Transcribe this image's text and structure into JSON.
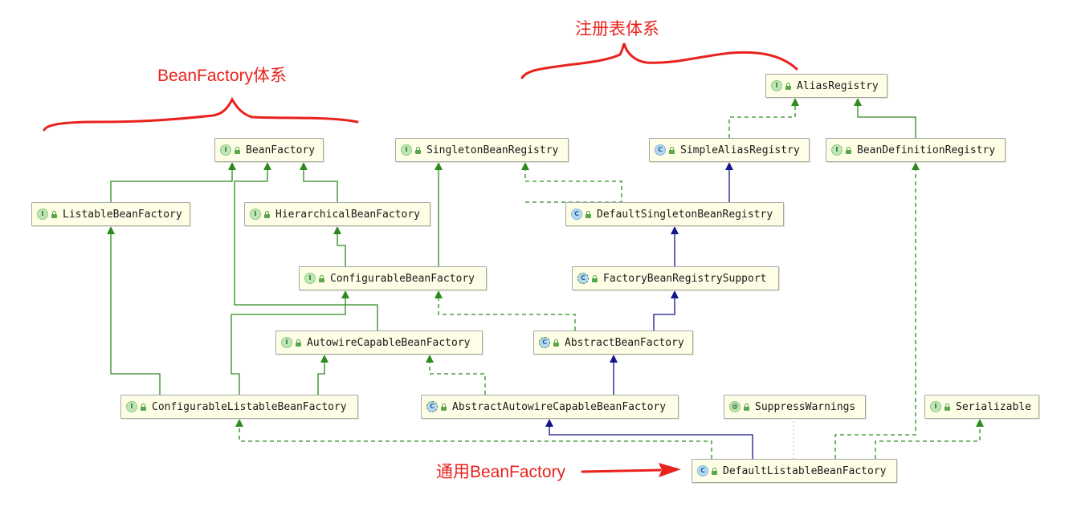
{
  "annotations": {
    "beanfactory_system": "BeanFactory体系",
    "registry_system": "注册表体系",
    "general_beanfactory": "通用BeanFactory"
  },
  "kind_badges": {
    "interface": "I",
    "class": "C",
    "abstract": "C",
    "annotation": "@"
  },
  "colors": {
    "annotation_red": "#e8221c",
    "extends_green": "#2c8a1e",
    "class_extends_navy": "#14148c",
    "node_fill": "#fefee6",
    "node_border": "#a8a8a8"
  },
  "nodes": [
    {
      "id": "BeanFactory",
      "label": "BeanFactory",
      "kind": "interface"
    },
    {
      "id": "ListableBeanFactory",
      "label": "ListableBeanFactory",
      "kind": "interface"
    },
    {
      "id": "HierarchicalBeanFactory",
      "label": "HierarchicalBeanFactory",
      "kind": "interface"
    },
    {
      "id": "ConfigurableBeanFactory",
      "label": "ConfigurableBeanFactory",
      "kind": "interface"
    },
    {
      "id": "AutowireCapableBeanFactory",
      "label": "AutowireCapableBeanFactory",
      "kind": "interface"
    },
    {
      "id": "ConfigurableListableBeanFactory",
      "label": "ConfigurableListableBeanFactory",
      "kind": "interface"
    },
    {
      "id": "SingletonBeanRegistry",
      "label": "SingletonBeanRegistry",
      "kind": "interface"
    },
    {
      "id": "AliasRegistry",
      "label": "AliasRegistry",
      "kind": "interface"
    },
    {
      "id": "SimpleAliasRegistry",
      "label": "SimpleAliasRegistry",
      "kind": "class"
    },
    {
      "id": "BeanDefinitionRegistry",
      "label": "BeanDefinitionRegistry",
      "kind": "interface"
    },
    {
      "id": "DefaultSingletonBeanRegistry",
      "label": "DefaultSingletonBeanRegistry",
      "kind": "class"
    },
    {
      "id": "FactoryBeanRegistrySupport",
      "label": "FactoryBeanRegistrySupport",
      "kind": "abstract"
    },
    {
      "id": "AbstractBeanFactory",
      "label": "AbstractBeanFactory",
      "kind": "abstract"
    },
    {
      "id": "AbstractAutowireCapableBeanFactory",
      "label": "AbstractAutowireCapableBeanFactory",
      "kind": "abstract"
    },
    {
      "id": "SuppressWarnings",
      "label": "SuppressWarnings",
      "kind": "annotation"
    },
    {
      "id": "Serializable",
      "label": "Serializable",
      "kind": "interface"
    },
    {
      "id": "DefaultListableBeanFactory",
      "label": "DefaultListableBeanFactory",
      "kind": "class"
    }
  ],
  "edges": [
    {
      "from": "ListableBeanFactory",
      "to": "BeanFactory",
      "type": "extends"
    },
    {
      "from": "HierarchicalBeanFactory",
      "to": "BeanFactory",
      "type": "extends"
    },
    {
      "from": "AutowireCapableBeanFactory",
      "to": "BeanFactory",
      "type": "extends"
    },
    {
      "from": "ConfigurableBeanFactory",
      "to": "HierarchicalBeanFactory",
      "type": "extends"
    },
    {
      "from": "ConfigurableBeanFactory",
      "to": "SingletonBeanRegistry",
      "type": "extends"
    },
    {
      "from": "ConfigurableListableBeanFactory",
      "to": "ListableBeanFactory",
      "type": "extends"
    },
    {
      "from": "ConfigurableListableBeanFactory",
      "to": "ConfigurableBeanFactory",
      "type": "extends"
    },
    {
      "from": "ConfigurableListableBeanFactory",
      "to": "AutowireCapableBeanFactory",
      "type": "extends"
    },
    {
      "from": "SimpleAliasRegistry",
      "to": "AliasRegistry",
      "type": "implements"
    },
    {
      "from": "BeanDefinitionRegistry",
      "to": "AliasRegistry",
      "type": "extends"
    },
    {
      "from": "DefaultSingletonBeanRegistry",
      "to": "SimpleAliasRegistry",
      "type": "class-extends"
    },
    {
      "from": "DefaultSingletonBeanRegistry",
      "to": "SingletonBeanRegistry",
      "type": "implements"
    },
    {
      "from": "FactoryBeanRegistrySupport",
      "to": "DefaultSingletonBeanRegistry",
      "type": "class-extends"
    },
    {
      "from": "AbstractBeanFactory",
      "to": "FactoryBeanRegistrySupport",
      "type": "class-extends"
    },
    {
      "from": "AbstractBeanFactory",
      "to": "ConfigurableBeanFactory",
      "type": "implements"
    },
    {
      "from": "AbstractAutowireCapableBeanFactory",
      "to": "AbstractBeanFactory",
      "type": "class-extends"
    },
    {
      "from": "AbstractAutowireCapableBeanFactory",
      "to": "AutowireCapableBeanFactory",
      "type": "implements"
    },
    {
      "from": "DefaultListableBeanFactory",
      "to": "AbstractAutowireCapableBeanFactory",
      "type": "class-extends"
    },
    {
      "from": "DefaultListableBeanFactory",
      "to": "ConfigurableListableBeanFactory",
      "type": "implements"
    },
    {
      "from": "DefaultListableBeanFactory",
      "to": "BeanDefinitionRegistry",
      "type": "implements"
    },
    {
      "from": "DefaultListableBeanFactory",
      "to": "Serializable",
      "type": "implements"
    },
    {
      "from": "DefaultListableBeanFactory",
      "to": "SuppressWarnings",
      "type": "annotated"
    }
  ]
}
